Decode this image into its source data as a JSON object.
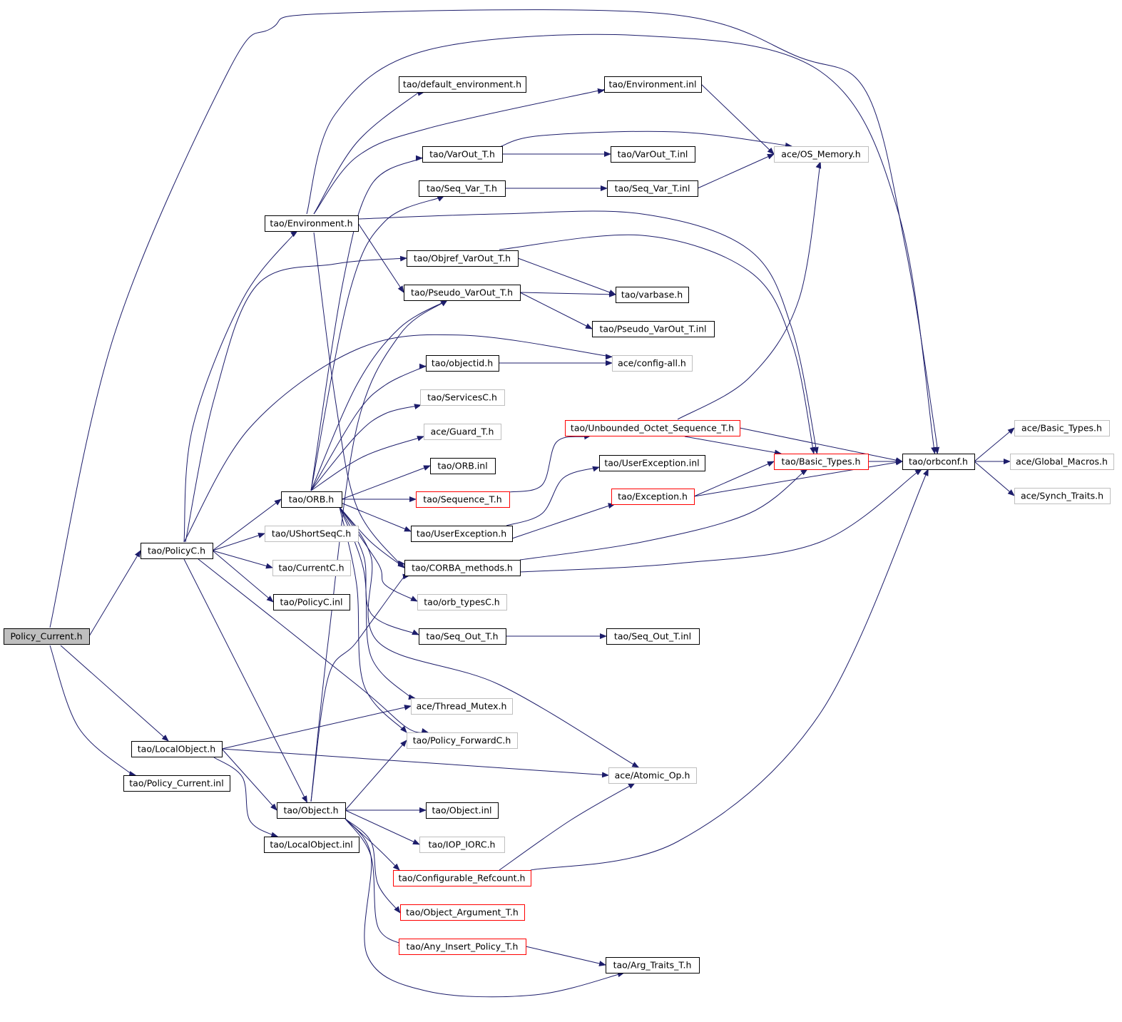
{
  "colors": {
    "edge": "#1d1d6b",
    "border_default": "#000000",
    "border_incomplete": "#bfbfbf",
    "border_truncated": "#ff0000",
    "root_fill": "#bfbfbf",
    "node_fill": "#ffffff"
  },
  "nodes": [
    {
      "id": "policy_current_h",
      "label": "Policy_Current.h",
      "kind": "root"
    },
    {
      "id": "policyc_h",
      "label": "tao/PolicyC.h",
      "kind": "normal"
    },
    {
      "id": "localobject_h",
      "label": "tao/LocalObject.h",
      "kind": "normal"
    },
    {
      "id": "policy_current_inl",
      "label": "tao/Policy_Current.inl",
      "kind": "normal"
    },
    {
      "id": "environment_h",
      "label": "tao/Environment.h",
      "kind": "normal"
    },
    {
      "id": "orb_h",
      "label": "tao/ORB.h",
      "kind": "normal"
    },
    {
      "id": "ushortseqc_h",
      "label": "tao/UShortSeqC.h",
      "kind": "external"
    },
    {
      "id": "currentc_h",
      "label": "tao/CurrentC.h",
      "kind": "external"
    },
    {
      "id": "policyc_inl",
      "label": "tao/PolicyC.inl",
      "kind": "normal"
    },
    {
      "id": "object_h",
      "label": "tao/Object.h",
      "kind": "normal"
    },
    {
      "id": "localobject_inl",
      "label": "tao/LocalObject.inl",
      "kind": "normal"
    },
    {
      "id": "default_environment_h",
      "label": "tao/default_environment.h",
      "kind": "normal"
    },
    {
      "id": "environment_inl",
      "label": "tao/Environment.inl",
      "kind": "normal"
    },
    {
      "id": "varout_t_h",
      "label": "tao/VarOut_T.h",
      "kind": "normal"
    },
    {
      "id": "varout_t_inl",
      "label": "tao/VarOut_T.inl",
      "kind": "normal"
    },
    {
      "id": "os_memory_h",
      "label": "ace/OS_Memory.h",
      "kind": "external"
    },
    {
      "id": "seq_var_t_h",
      "label": "tao/Seq_Var_T.h",
      "kind": "normal"
    },
    {
      "id": "seq_var_t_inl",
      "label": "tao/Seq_Var_T.inl",
      "kind": "normal"
    },
    {
      "id": "objref_varout_t_h",
      "label": "tao/Objref_VarOut_T.h",
      "kind": "normal"
    },
    {
      "id": "pseudo_varout_t_h",
      "label": "tao/Pseudo_VarOut_T.h",
      "kind": "normal"
    },
    {
      "id": "varbase_h",
      "label": "tao/varbase.h",
      "kind": "normal"
    },
    {
      "id": "pseudo_varout_t_inl",
      "label": "tao/Pseudo_VarOut_T.inl",
      "kind": "normal"
    },
    {
      "id": "objectid_h",
      "label": "tao/objectid.h",
      "kind": "normal"
    },
    {
      "id": "config_all_h",
      "label": "ace/config-all.h",
      "kind": "external"
    },
    {
      "id": "servicesc_h",
      "label": "tao/ServicesC.h",
      "kind": "external"
    },
    {
      "id": "guard_t_h",
      "label": "ace/Guard_T.h",
      "kind": "external"
    },
    {
      "id": "orb_inl",
      "label": "tao/ORB.inl",
      "kind": "normal"
    },
    {
      "id": "sequence_t_h",
      "label": "tao/Sequence_T.h",
      "kind": "truncated"
    },
    {
      "id": "userexception_h",
      "label": "tao/UserException.h",
      "kind": "normal"
    },
    {
      "id": "corba_methods_h",
      "label": "tao/CORBA_methods.h",
      "kind": "normal"
    },
    {
      "id": "orb_typesc_h",
      "label": "tao/orb_typesC.h",
      "kind": "external"
    },
    {
      "id": "seq_out_t_h",
      "label": "tao/Seq_Out_T.h",
      "kind": "normal"
    },
    {
      "id": "seq_out_t_inl",
      "label": "tao/Seq_Out_T.inl",
      "kind": "normal"
    },
    {
      "id": "thread_mutex_h",
      "label": "ace/Thread_Mutex.h",
      "kind": "external"
    },
    {
      "id": "policy_forwardc_h",
      "label": "tao/Policy_ForwardC.h",
      "kind": "external"
    },
    {
      "id": "atomic_op_h",
      "label": "ace/Atomic_Op.h",
      "kind": "external"
    },
    {
      "id": "object_inl",
      "label": "tao/Object.inl",
      "kind": "normal"
    },
    {
      "id": "iop_iorc_h",
      "label": "tao/IOP_IORC.h",
      "kind": "external"
    },
    {
      "id": "configurable_refcount_h",
      "label": "tao/Configurable_Refcount.h",
      "kind": "truncated"
    },
    {
      "id": "object_argument_t_h",
      "label": "tao/Object_Argument_T.h",
      "kind": "truncated"
    },
    {
      "id": "any_insert_policy_t_h",
      "label": "tao/Any_Insert_Policy_T.h",
      "kind": "truncated"
    },
    {
      "id": "arg_traits_t_h",
      "label": "tao/Arg_Traits_T.h",
      "kind": "normal"
    },
    {
      "id": "unbounded_octet_sequence_t_h",
      "label": "tao/Unbounded_Octet_Sequence_T.h",
      "kind": "truncated"
    },
    {
      "id": "userexception_inl",
      "label": "tao/UserException.inl",
      "kind": "normal"
    },
    {
      "id": "exception_h",
      "label": "tao/Exception.h",
      "kind": "truncated"
    },
    {
      "id": "basic_types_tao_h",
      "label": "tao/Basic_Types.h",
      "kind": "truncated"
    },
    {
      "id": "orbconf_h",
      "label": "tao/orbconf.h",
      "kind": "normal"
    },
    {
      "id": "basic_types_ace_h",
      "label": "ace/Basic_Types.h",
      "kind": "external"
    },
    {
      "id": "global_macros_h",
      "label": "ace/Global_Macros.h",
      "kind": "external"
    },
    {
      "id": "synch_traits_h",
      "label": "ace/Synch_Traits.h",
      "kind": "external"
    }
  ],
  "edges": [
    [
      "policy_current_h",
      "policyc_h"
    ],
    [
      "policy_current_h",
      "localobject_h"
    ],
    [
      "policy_current_h",
      "policy_current_inl"
    ],
    [
      "policy_current_h",
      "orbconf_h"
    ],
    [
      "policyc_h",
      "environment_h"
    ],
    [
      "policyc_h",
      "orb_h"
    ],
    [
      "policyc_h",
      "ushortseqc_h"
    ],
    [
      "policyc_h",
      "currentc_h"
    ],
    [
      "policyc_h",
      "policyc_inl"
    ],
    [
      "policyc_h",
      "objref_varout_t_h"
    ],
    [
      "policyc_h",
      "config_all_h"
    ],
    [
      "policyc_h",
      "policy_forwardc_h"
    ],
    [
      "policyc_h",
      "object_h"
    ],
    [
      "localobject_h",
      "thread_mutex_h"
    ],
    [
      "localobject_h",
      "atomic_op_h"
    ],
    [
      "localobject_h",
      "object_h"
    ],
    [
      "localobject_h",
      "localobject_inl"
    ],
    [
      "environment_h",
      "default_environment_h"
    ],
    [
      "environment_h",
      "environment_inl"
    ],
    [
      "environment_h",
      "pseudo_varout_t_h"
    ],
    [
      "environment_h",
      "corba_methods_h"
    ],
    [
      "environment_h",
      "orbconf_h"
    ],
    [
      "environment_h",
      "basic_types_tao_h"
    ],
    [
      "environment_inl",
      "os_memory_h"
    ],
    [
      "orb_h",
      "varout_t_h"
    ],
    [
      "orb_h",
      "seq_var_t_h"
    ],
    [
      "orb_h",
      "pseudo_varout_t_h"
    ],
    [
      "orb_h",
      "objectid_h"
    ],
    [
      "orb_h",
      "servicesc_h"
    ],
    [
      "orb_h",
      "guard_t_h"
    ],
    [
      "orb_h",
      "orb_inl"
    ],
    [
      "orb_h",
      "sequence_t_h"
    ],
    [
      "orb_h",
      "userexception_h"
    ],
    [
      "orb_h",
      "corba_methods_h"
    ],
    [
      "orb_h",
      "orb_typesc_h"
    ],
    [
      "orb_h",
      "seq_out_t_h"
    ],
    [
      "orb_h",
      "thread_mutex_h"
    ],
    [
      "orb_h",
      "policy_forwardc_h"
    ],
    [
      "orb_h",
      "atomic_op_h"
    ],
    [
      "varout_t_h",
      "varout_t_inl"
    ],
    [
      "varout_t_h",
      "os_memory_h"
    ],
    [
      "seq_var_t_h",
      "seq_var_t_inl"
    ],
    [
      "seq_var_t_inl",
      "os_memory_h"
    ],
    [
      "objref_varout_t_h",
      "varbase_h"
    ],
    [
      "objref_varout_t_h",
      "basic_types_tao_h"
    ],
    [
      "pseudo_varout_t_h",
      "varbase_h"
    ],
    [
      "pseudo_varout_t_h",
      "pseudo_varout_t_inl"
    ],
    [
      "objectid_h",
      "config_all_h"
    ],
    [
      "sequence_t_h",
      "unbounded_octet_sequence_t_h"
    ],
    [
      "unbounded_octet_sequence_t_h",
      "os_memory_h"
    ],
    [
      "unbounded_octet_sequence_t_h",
      "basic_types_tao_h"
    ],
    [
      "unbounded_octet_sequence_t_h",
      "orbconf_h"
    ],
    [
      "userexception_h",
      "userexception_inl"
    ],
    [
      "userexception_h",
      "exception_h"
    ],
    [
      "exception_h",
      "basic_types_tao_h"
    ],
    [
      "exception_h",
      "orbconf_h"
    ],
    [
      "corba_methods_h",
      "basic_types_tao_h"
    ],
    [
      "corba_methods_h",
      "orbconf_h"
    ],
    [
      "seq_out_t_h",
      "seq_out_t_inl"
    ],
    [
      "basic_types_tao_h",
      "orbconf_h"
    ],
    [
      "orbconf_h",
      "basic_types_ace_h"
    ],
    [
      "orbconf_h",
      "global_macros_h"
    ],
    [
      "orbconf_h",
      "synch_traits_h"
    ],
    [
      "object_h",
      "object_inl"
    ],
    [
      "object_h",
      "iop_iorc_h"
    ],
    [
      "object_h",
      "configurable_refcount_h"
    ],
    [
      "object_h",
      "object_argument_t_h"
    ],
    [
      "object_h",
      "any_insert_policy_t_h"
    ],
    [
      "object_h",
      "arg_traits_t_h"
    ],
    [
      "object_h",
      "policy_forwardc_h"
    ],
    [
      "object_h",
      "corba_methods_h"
    ],
    [
      "object_h",
      "pseudo_varout_t_h"
    ],
    [
      "configurable_refcount_h",
      "atomic_op_h"
    ],
    [
      "configurable_refcount_h",
      "orbconf_h"
    ],
    [
      "any_insert_policy_t_h",
      "arg_traits_t_h"
    ]
  ]
}
